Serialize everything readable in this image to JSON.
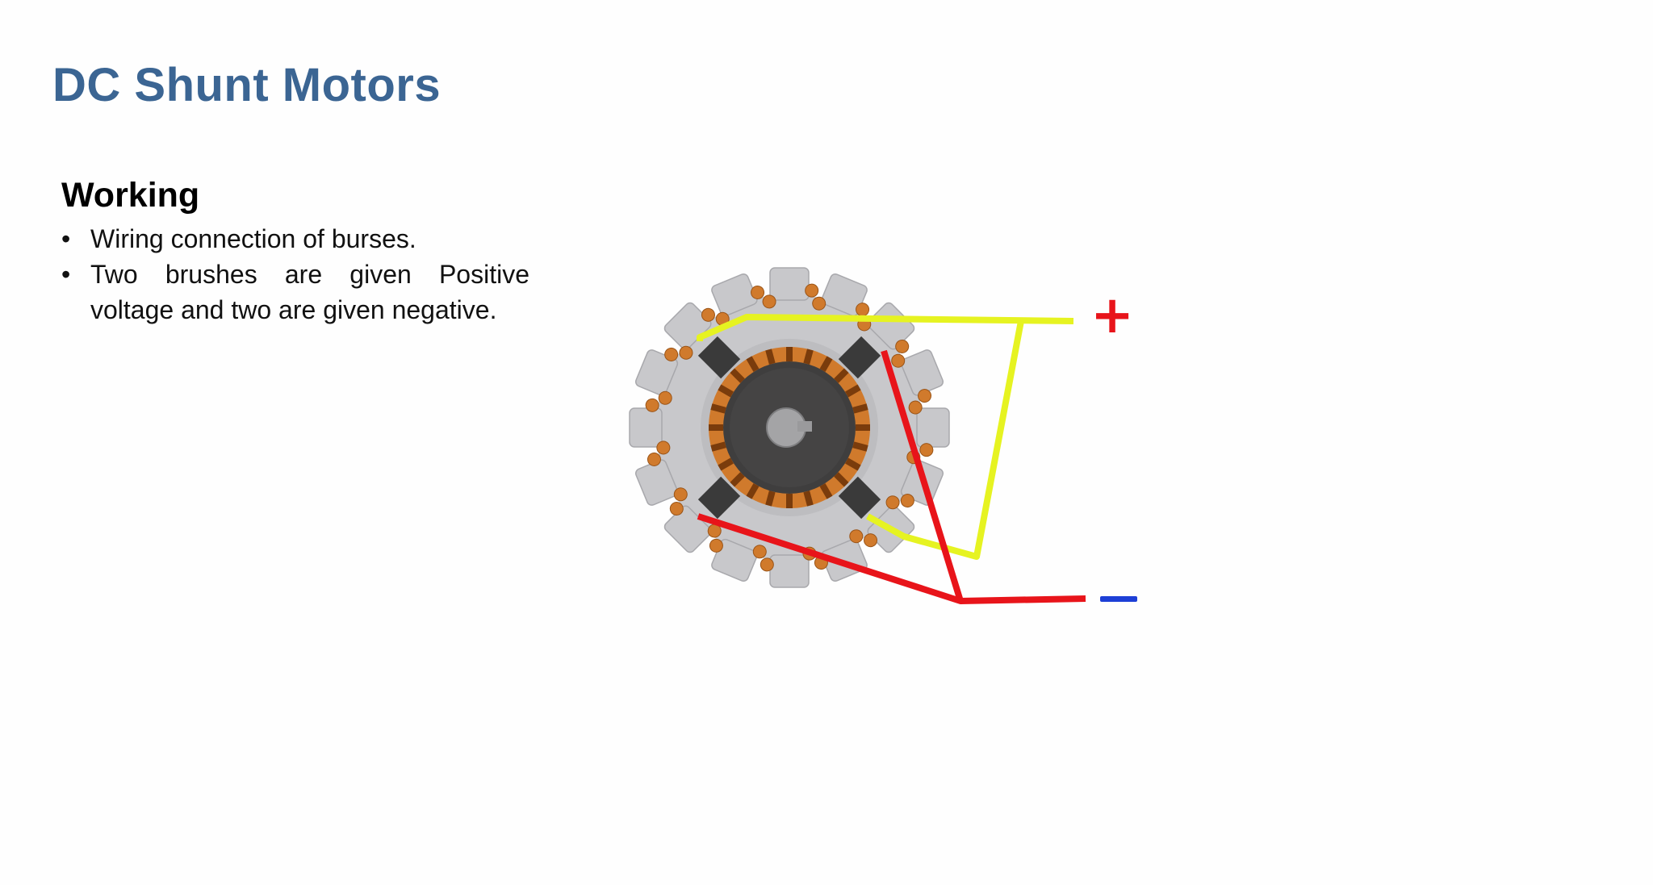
{
  "slide": {
    "title": "DC Shunt Motors",
    "section_heading": "Working",
    "bullets": [
      "Wiring connection of burses.",
      "Two brushes are given Positive voltage and two are given negative."
    ]
  },
  "diagram": {
    "positive_symbol": "+",
    "negative_symbol": "–",
    "colors": {
      "title": "#3b6593",
      "positive_wire": "#e6f321",
      "negative_wire": "#e8141a",
      "positive_sign": "#e8141a",
      "negative_sign": "#1d3fd6",
      "stator": "#c8c8cb",
      "winding": "#d07a2c",
      "rotor": "#3f3e3e",
      "brush": "#3a3a3a"
    }
  }
}
